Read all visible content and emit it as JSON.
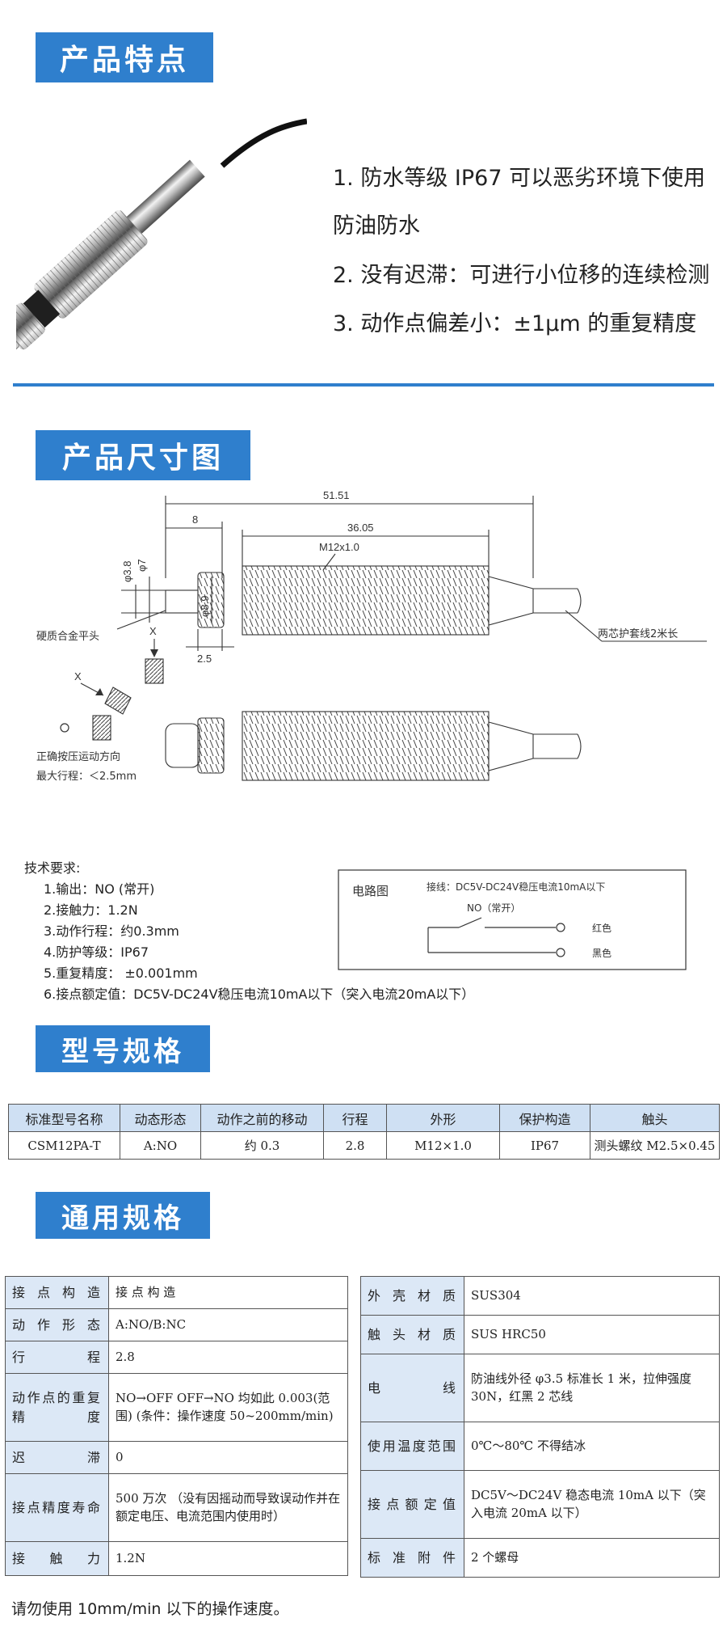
{
  "sections": {
    "features_title": "产品特点",
    "dimensions_title": "产品尺寸图",
    "model_title": "型号规格",
    "general_title": "通用规格"
  },
  "features": [
    "1. 防水等级 IP67 可以恶劣环境下使用",
    "防油防水",
    "2. 没有迟滞：可进行小位移的连续检测",
    "3. 动作点偏差小：±1μm 的重复精度"
  ],
  "drawing": {
    "dim_total": "51.51",
    "dim_8": "8",
    "dim_body": "36.05",
    "thread": "M12x1.0",
    "dia_38": "φ3.8",
    "dia_7": "φ7",
    "dia_89": "φ8.9",
    "dim_25": "2.5",
    "tip_label": "硬质合金平头",
    "cable_label": "两芯护套线2米长",
    "x1": "X",
    "x2": "X",
    "o_mark": "O",
    "direction_label": "正确按压运动方向",
    "max_stroke": "最大行程：＜2.5mm"
  },
  "tech": {
    "title": "技术要求:",
    "items": [
      "1.输出：NO (常开)",
      "2.接触力：1.2N",
      "3.动作行程：约0.3mm",
      "4.防护等级：IP67",
      "5.重复精度：  ±0.001mm",
      "6.接点额定值：DC5V-DC24V稳压电流10mA以下（突入电流20mA以下）"
    ]
  },
  "circuit": {
    "title": "电路图",
    "wiring": "接线：DC5V-DC24V稳压电流10mA以下",
    "no_label": "NO（常开）",
    "red": "红色",
    "black": "黑色"
  },
  "model_table": {
    "headers": [
      "标准型号名称",
      "动态形态",
      "动作之前的移动",
      "行程",
      "外形",
      "保护构造",
      "触头"
    ],
    "row": [
      "CSM12PA-T",
      "A:NO",
      "约 0.3",
      "2.8",
      "M12×1.0",
      "IP67",
      "测头螺纹  M2.5×0.45"
    ]
  },
  "general_left": [
    {
      "k": "接点构造",
      "v": "接 点 构 造"
    },
    {
      "k": "动作形态",
      "v": "A:NO/B:NC"
    },
    {
      "k": "行程",
      "v": "2.8"
    },
    {
      "k": "动作点的重复精度",
      "v": "NO→OFF OFF→NO 均如此 0.003(范围) (条件：操作速度 50~200mm/min)"
    },
    {
      "k": "迟滞",
      "v": "0"
    },
    {
      "k": "接点精度寿命",
      "v": "500 万次 （没有因摇动而导致误动作并在额定电压、电流范围内使用时）"
    },
    {
      "k": "接触力",
      "v": "1.2N"
    }
  ],
  "general_right": [
    {
      "k": "外壳材质",
      "v": "SUS304"
    },
    {
      "k": "触头材质",
      "v": "SUS HRC50"
    },
    {
      "k": "电线",
      "v": "防油线外径 φ3.5 标准长 1 米，拉伸强度 30N，红黑 2 芯线"
    },
    {
      "k": "使用温度范围",
      "v": "0℃～80℃ 不得结冰"
    },
    {
      "k": "接点额定值",
      "v": "DC5V～DC24V 稳态电流 10mA 以下（突入电流 20mA 以下）"
    },
    {
      "k": "标准附件",
      "v": "2 个螺母"
    }
  ],
  "note": "请勿使用 10mm/min 以下的操作速度。",
  "colors": {
    "accent": "#2f7fcd",
    "header_fill": "#cfe0f3",
    "key_fill": "#dce8f6"
  }
}
